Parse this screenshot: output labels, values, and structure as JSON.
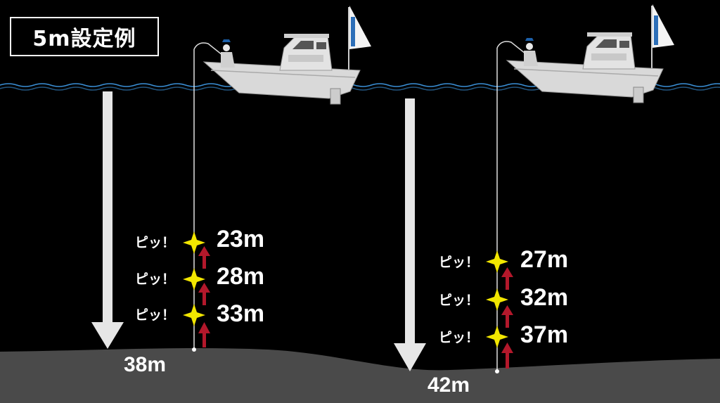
{
  "title": "5m設定例",
  "colors": {
    "background": "#000000",
    "seabed": "#4a4a4a",
    "water_line": "#3a8fd6",
    "arrow_down": "#e6e6e6",
    "arrow_up": "#b3182b",
    "flash": "#f2e600",
    "boat": "#d9d9d9"
  },
  "scenarios": [
    {
      "bottom_depth": "38m",
      "beeps": [
        {
          "label": "ピッ！",
          "depth": "23m"
        },
        {
          "label": "ピッ！",
          "depth": "28m"
        },
        {
          "label": "ピッ！",
          "depth": "33m"
        }
      ]
    },
    {
      "bottom_depth": "42m",
      "beeps": [
        {
          "label": "ピッ！",
          "depth": "27m"
        },
        {
          "label": "ピッ！",
          "depth": "32m"
        },
        {
          "label": "ピッ！",
          "depth": "37m"
        }
      ]
    }
  ],
  "icons": [
    "boat-icon",
    "angler-icon",
    "fishing-line",
    "depth-arrow-down",
    "flash-star-icon",
    "up-arrow-icon"
  ]
}
